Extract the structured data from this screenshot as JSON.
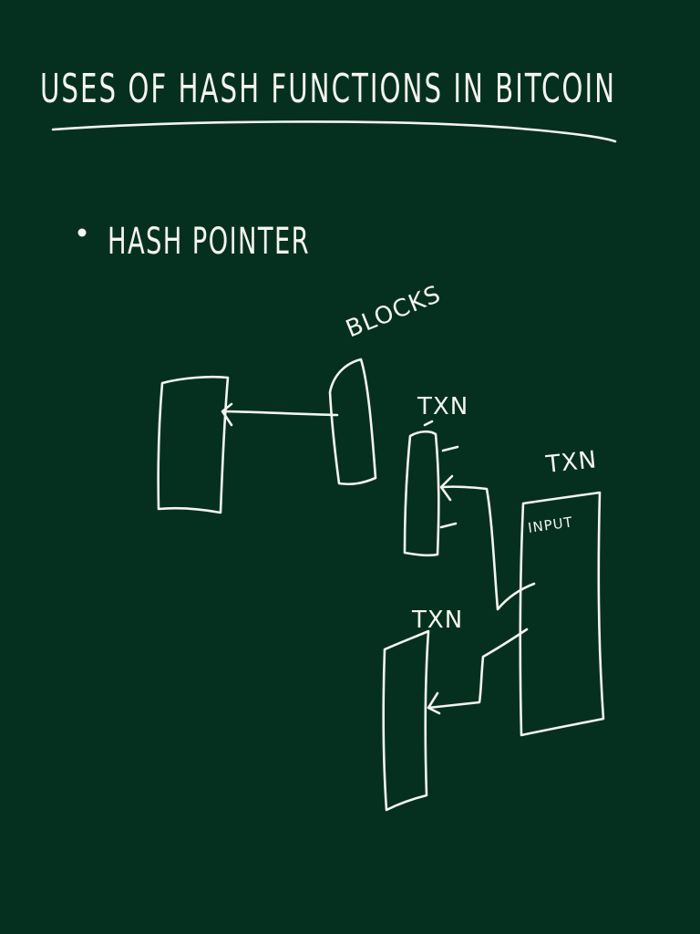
{
  "title": "USES OF HASH FUNCTIONS IN BITCOIN",
  "bullet": "HASH POINTER",
  "labels": {
    "blocks": "BLOCKS",
    "txn_top": "TXN",
    "txn_right": "TXN",
    "txn_bottom": "TXN",
    "input": "INPUT"
  },
  "colors": {
    "background": "#05301f",
    "chalk": "#f4f4f0"
  }
}
